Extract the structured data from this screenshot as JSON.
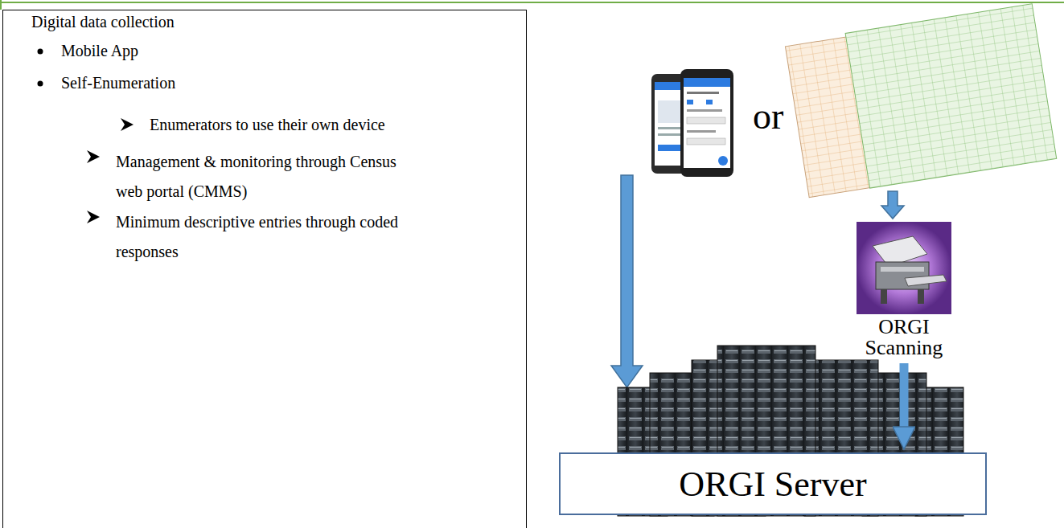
{
  "diagram": {
    "nodes": [
      {
        "text": [
          "Digital data collection",
          "Mobile App",
          "Self-Enumeration",
          "Enumerators to use their own device",
          "Management & monitoring through Census web portal (CMMS)",
          "Minimum descriptive entries through coded responses"
        ]
      },
      {
        "text": [
          "ORGI Scanning"
        ]
      },
      {
        "text": [
          "ORGI Server"
        ]
      }
    ],
    "edges": [
      {
        "from": 1,
        "to": 2,
        "arrow": "to"
      }
    ],
    "labels": [
      "or"
    ]
  }
}
